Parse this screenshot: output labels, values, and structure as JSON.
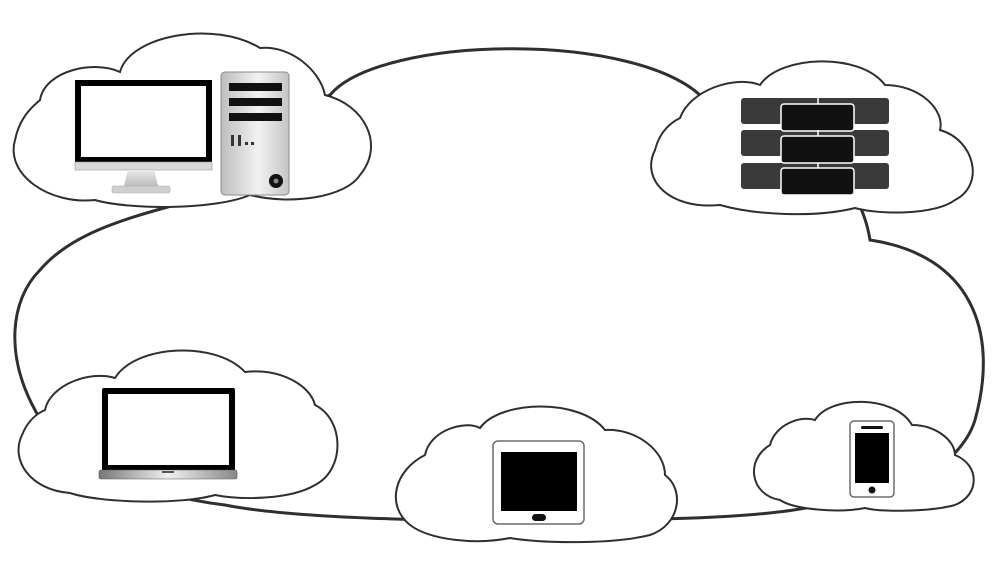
{
  "diagram": {
    "central_cloud": {
      "icon": "large-cloud"
    },
    "nodes": [
      {
        "id": "desktop-computer",
        "icon": "desktop-computer-with-tower-icon"
      },
      {
        "id": "server-rack",
        "icon": "server-rack-icon"
      },
      {
        "id": "laptop",
        "icon": "laptop-icon"
      },
      {
        "id": "tablet",
        "icon": "tablet-icon"
      },
      {
        "id": "smartphone",
        "icon": "smartphone-icon"
      }
    ],
    "colors": {
      "cloud_fill": "#ffffff",
      "cloud_stroke": "#2f2f2f",
      "device_dark": "#000000",
      "device_light": "#ffffff",
      "server_block": "#3a3a3a",
      "tower_gradient_light": "#f2f2f2",
      "tower_gradient_dark": "#bdbdbd"
    }
  }
}
